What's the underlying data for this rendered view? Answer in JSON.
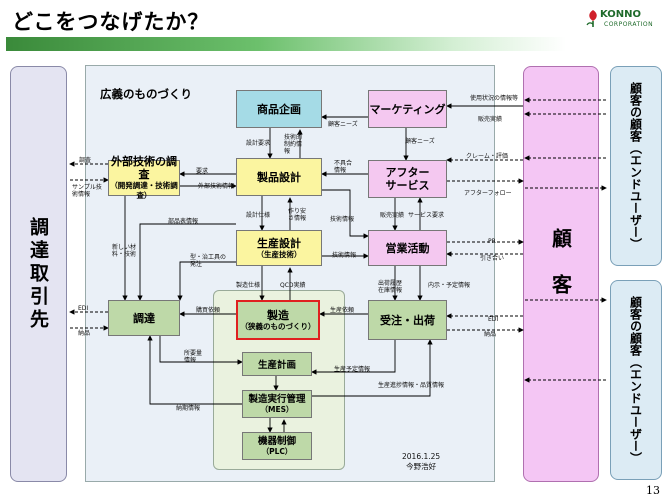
{
  "slide": {
    "title": "どこをつなげたか？",
    "page_number": "13"
  },
  "logo": {
    "name": "KONNO",
    "sub": "CORPORATION"
  },
  "panels": {
    "broad_mfg": "広義のものづくり"
  },
  "columns": {
    "supplier": "調達取引先",
    "customer": "顧客",
    "end_user": "顧客の顧客（エンドユーザー）"
  },
  "boxes": {
    "product_planning": {
      "main": "商品企画"
    },
    "marketing": {
      "main": "マーケティング"
    },
    "external_tech": {
      "main": "外部技術の調査",
      "sub": "（開発調達・技術調査）"
    },
    "product_design": {
      "main": "製品設計"
    },
    "after_service": {
      "main": "アフター",
      "main2": "サービス"
    },
    "production_design": {
      "main": "生産設計",
      "sub": "（生産技術）"
    },
    "sales": {
      "main": "営業活動"
    },
    "procurement": {
      "main": "調達"
    },
    "manufacturing": {
      "main": "製造",
      "sub": "（狭義のものづくり）"
    },
    "order_shipping": {
      "main": "受注・出荷"
    },
    "production_planning": {
      "main": "生産計画"
    },
    "mes": {
      "main": "製造実行管理",
      "sub": "（MES）"
    },
    "plc": {
      "main": "機器制御",
      "sub": "（PLC）"
    }
  },
  "labels": {
    "customer_needs_1": "顧客ニーズ",
    "customer_needs_2": "顧客ニーズ",
    "usage_info": "使用状況の情報等",
    "sales_results": "販売実績",
    "claims": "クレーム・評価",
    "after_follow": "アフターフォロー",
    "design_req": "設計要求",
    "tech_constraints": "技術的制約情報",
    "defect_info": "不具合情報",
    "survey": "調査",
    "request": "要求",
    "ext_tech_info": "外部技術情報",
    "samples": "サンプル技術情報",
    "parts_info": "部品表情報",
    "design_spec": "設計仕様",
    "manufacturability": "作り安さ情報",
    "tech_info_1": "技術情報",
    "sales_results2": "販売実績",
    "service_req": "サービス要求",
    "new_materials": "新しい材料・技術",
    "tooling": "型・治工具の発注",
    "tech_info_2": "技術情報",
    "pr": "PR",
    "inquiry": "引き合い",
    "mfg_spec": "製造仕様",
    "qcd": "QCD実績",
    "shipment_history": "出荷履歴在庫情報",
    "order_forecast": "内示・予定情報",
    "edi_l": "EDI",
    "delivery_l": "納品",
    "purchase_req": "購買依頼",
    "production_req": "生産依頼",
    "edi_r": "EDI",
    "delivery_r": "納品",
    "required_qty": "所要量情報",
    "production_schedule": "生産予定情報",
    "progress_quality": "生産進捗情報・品質情報",
    "due_date": "納期情報"
  },
  "footer": {
    "date": "2016.1.25",
    "author": "今野浩好"
  },
  "colors": {
    "title_bar": "#4a9a4a",
    "planning": "#a5dbe6",
    "marketing": "#f4c8f0",
    "external": "#fbf5a0",
    "production": "#bed9a8",
    "customer": "#f4c6f4",
    "manufacturing_border": "#e02020"
  }
}
